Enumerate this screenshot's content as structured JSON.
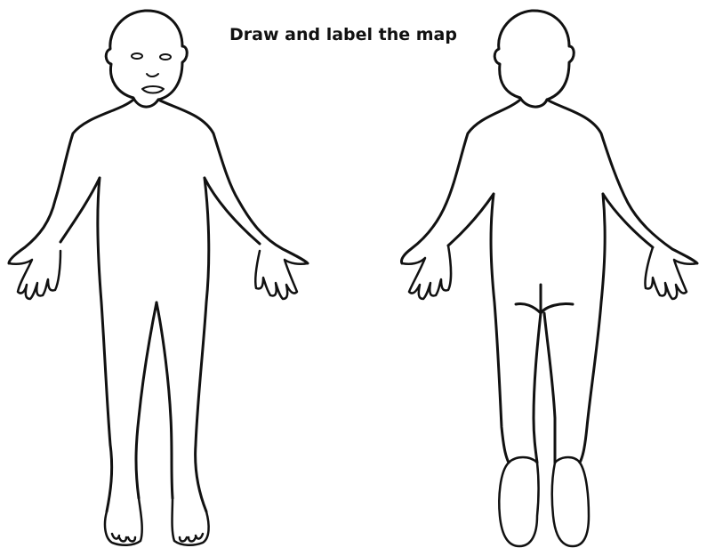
{
  "title": "Draw and label the map",
  "figures": [
    {
      "view": "front"
    },
    {
      "view": "back"
    }
  ],
  "colors": {
    "line": "#111111",
    "background": "#ffffff"
  }
}
